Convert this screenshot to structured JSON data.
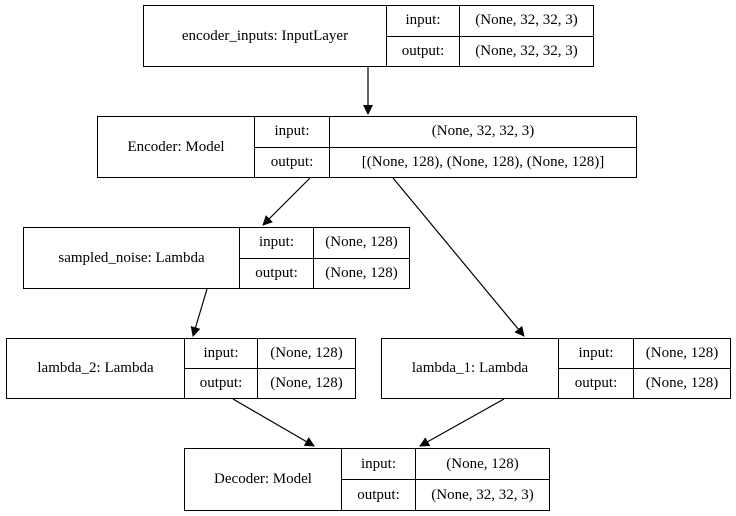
{
  "nodes": [
    {
      "id": "encoder-inputs",
      "name": "encoder_inputs: InputLayer",
      "input_label": "input:",
      "input_value": "(None, 32, 32, 3)",
      "output_label": "output:",
      "output_value": "(None, 32, 32, 3)"
    },
    {
      "id": "encoder",
      "name": "Encoder: Model",
      "input_label": "input:",
      "input_value": "(None, 32, 32, 3)",
      "output_label": "output:",
      "output_value": "[(None, 128), (None, 128), (None, 128)]"
    },
    {
      "id": "sampled-noise",
      "name": "sampled_noise: Lambda",
      "input_label": "input:",
      "input_value": "(None, 128)",
      "output_label": "output:",
      "output_value": "(None, 128)"
    },
    {
      "id": "lambda-2",
      "name": "lambda_2: Lambda",
      "input_label": "input:",
      "input_value": "(None, 128)",
      "output_label": "output:",
      "output_value": "(None, 128)"
    },
    {
      "id": "lambda-1",
      "name": "lambda_1: Lambda",
      "input_label": "input:",
      "input_value": "(None, 128)",
      "output_label": "output:",
      "output_value": "(None, 128)"
    },
    {
      "id": "decoder",
      "name": "Decoder: Model",
      "input_label": "input:",
      "input_value": "(None, 128)",
      "output_label": "output:",
      "output_value": "(None, 32, 32, 3)"
    }
  ],
  "edges": [
    {
      "from": "encoder-inputs",
      "to": "encoder"
    },
    {
      "from": "encoder",
      "to": "sampled-noise"
    },
    {
      "from": "encoder",
      "to": "lambda-1"
    },
    {
      "from": "sampled-noise",
      "to": "lambda-2"
    },
    {
      "from": "lambda-2",
      "to": "decoder"
    },
    {
      "from": "lambda-1",
      "to": "decoder"
    }
  ]
}
